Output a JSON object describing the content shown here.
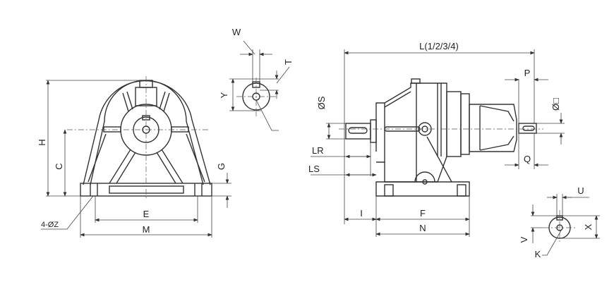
{
  "front_view": {
    "labels": {
      "H": "H",
      "C": "C",
      "G": "G",
      "E": "E",
      "M": "M",
      "Z": "4-ØZ"
    }
  },
  "key_view_top": {
    "labels": {
      "W": "W",
      "T": "T",
      "Y": "Y"
    }
  },
  "side_view": {
    "labels": {
      "L": "L(1/2/3/4)",
      "P": "P",
      "S": "ØS",
      "D": "Ø□",
      "LR": "LR",
      "LS": "LS",
      "Q": "Q",
      "I": "I",
      "F": "F",
      "N": "N"
    }
  },
  "key_view_bottom": {
    "labels": {
      "U": "U",
      "X": "X",
      "V": "V",
      "K": "K"
    }
  },
  "colors": {
    "line": "#333333",
    "background": "#ffffff"
  }
}
